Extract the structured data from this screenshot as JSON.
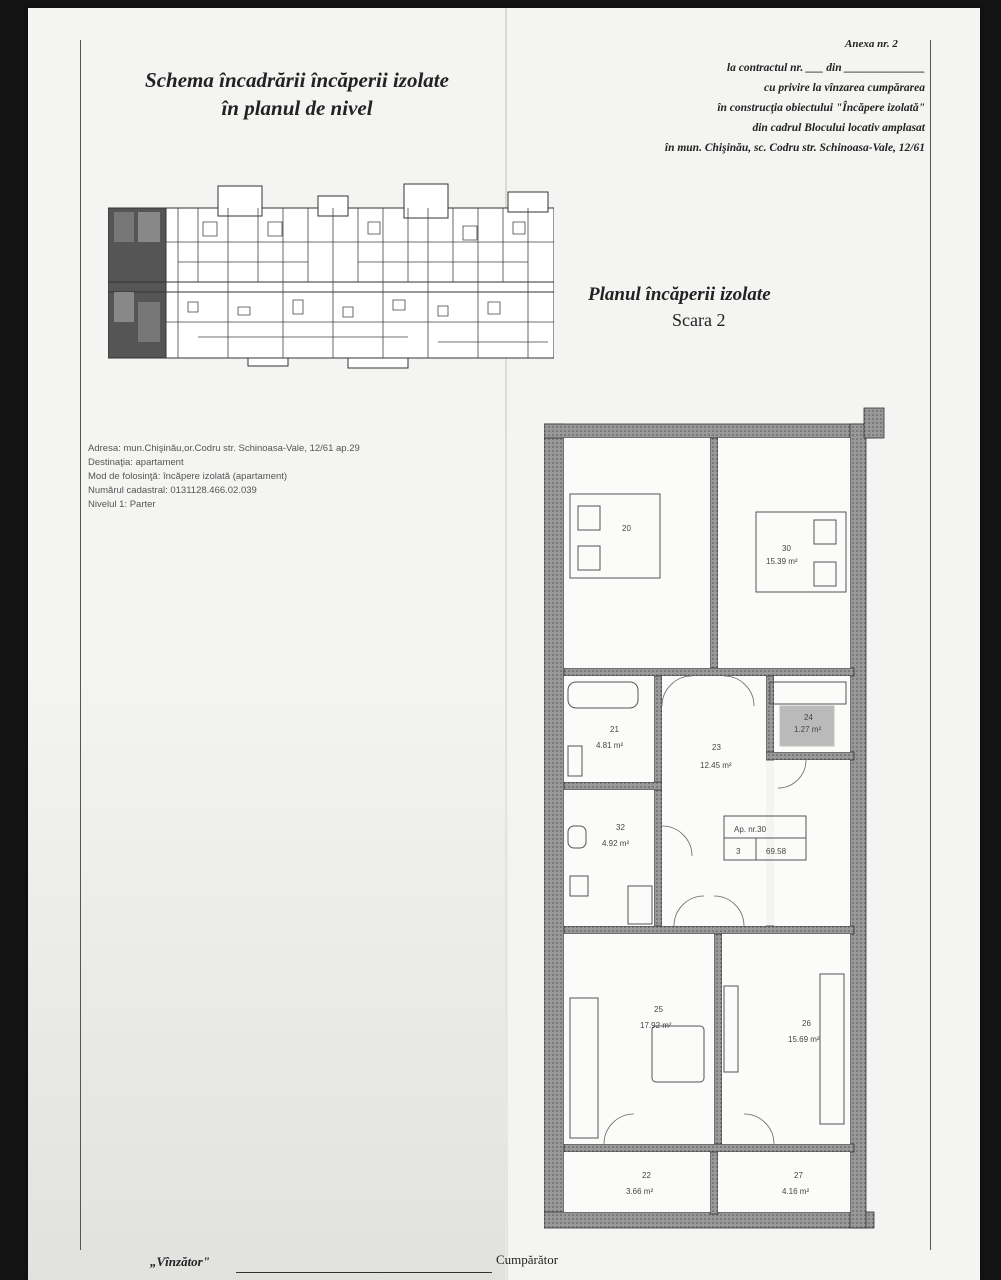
{
  "title_left": {
    "line1": "Schema încadrării încăperii izolate",
    "line2": "în planul de nivel"
  },
  "annex": "Anexa nr. 2",
  "contract": [
    "la contractul nr. ___ din ______________",
    "cu privire la vînzarea cumpărarea",
    "în construcţia obiectului \"Încăpere izolată\"",
    "din cadrul Blocului locativ amplasat",
    "în mun. Chişinău, sc. Codru str. Schinoasa-Vale, 12/61"
  ],
  "plan_title": "Planul încăperii izolate",
  "scara": "Scara 2",
  "info": [
    "Adresa: mun.Chişinău,or.Codru str. Schinoasa-Vale, 12/61 ap.29",
    "Destinaţia: apartament",
    "Mod de folosinţă: încăpere izolată (apartament)",
    "Numărul cadastral: 0131128.466.02.039",
    "Nivelul 1: Parter"
  ],
  "rooms": {
    "r20": {
      "num": "20",
      "area": ""
    },
    "r30": {
      "num": "30",
      "area": "15.39 m²"
    },
    "r21": {
      "num": "21",
      "area": "4.81 m²"
    },
    "r23": {
      "num": "23",
      "area": "12.45 m²"
    },
    "r24": {
      "num": "24",
      "area": "1.27 m²"
    },
    "r32": {
      "num": "32",
      "area": "4.92 m²"
    },
    "apt": {
      "label": "Ap. nr.30",
      "rooms": "3",
      "area": "69.58"
    },
    "r25": {
      "num": "25",
      "area": "17.92 m²"
    },
    "r26": {
      "num": "26",
      "area": "15.69 m²"
    },
    "r22": {
      "num": "22",
      "area": "3.66 m²"
    },
    "r27": {
      "num": "27",
      "area": "4.16 m²"
    }
  },
  "signatures": {
    "seller": "„Vînzător\"",
    "buyer": "Cumpărător"
  }
}
